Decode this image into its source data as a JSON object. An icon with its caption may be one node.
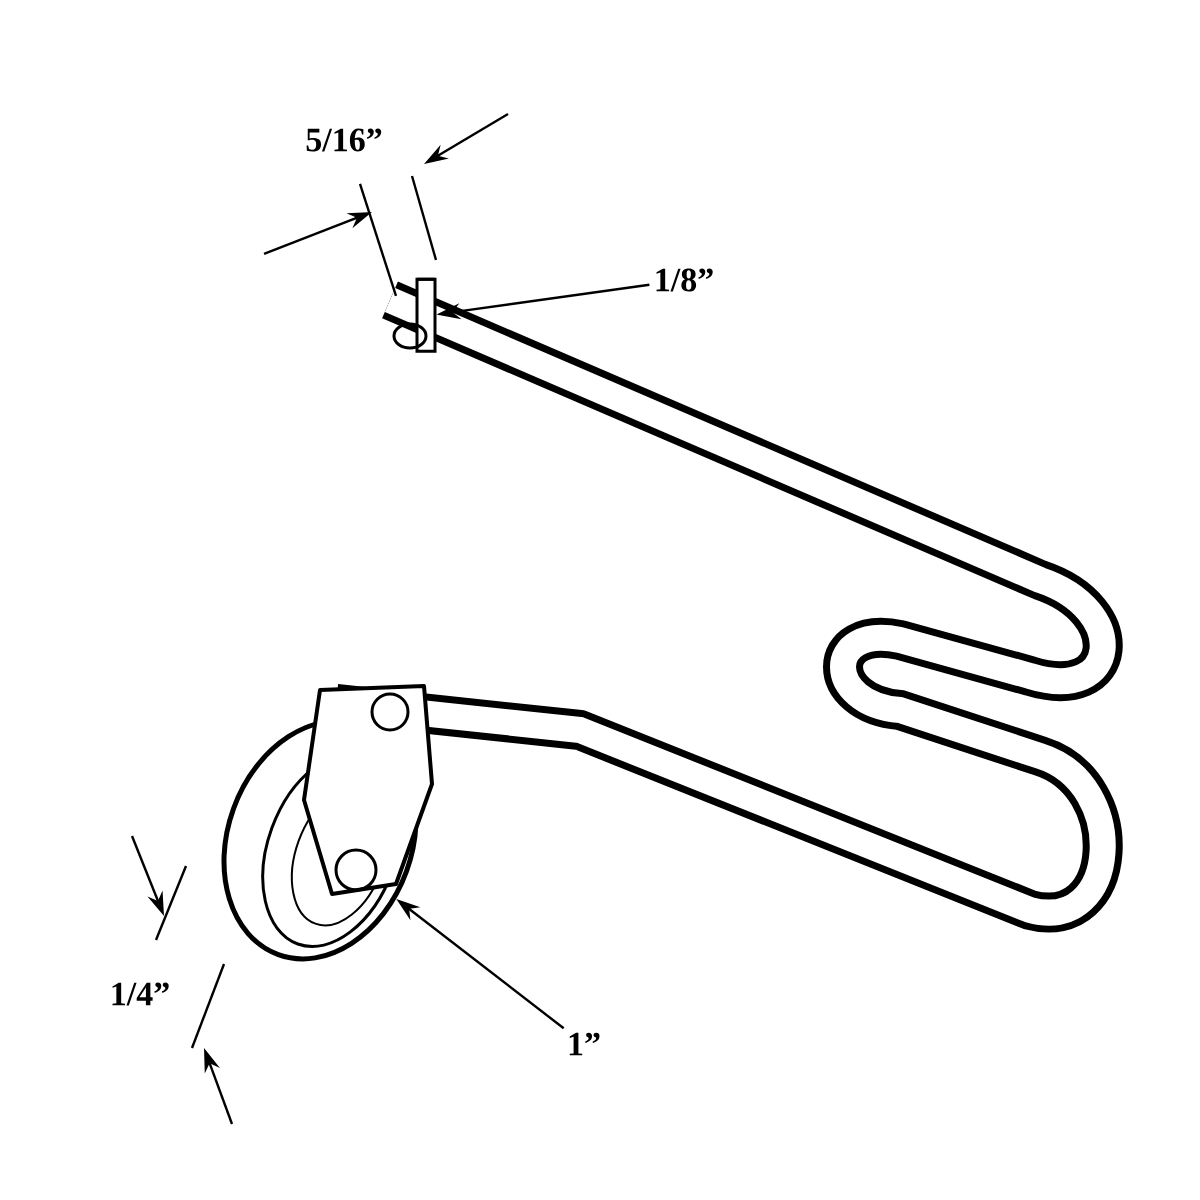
{
  "diagram": {
    "nodes": [
      {
        "text": [
          "1/8”"
        ]
      },
      {
        "text": [],
        "shape": "cylinder"
      },
      {
        "text": [
          "1”"
        ]
      },
      {
        "text": [],
        "shape": "circle"
      }
    ],
    "edges": [
      {
        "from": 0,
        "to": 1,
        "arrow": "to"
      },
      {
        "from": 2,
        "to": 3,
        "arrow": "to"
      }
    ],
    "labels": [
      "5/16”",
      "1/4”"
    ]
  }
}
